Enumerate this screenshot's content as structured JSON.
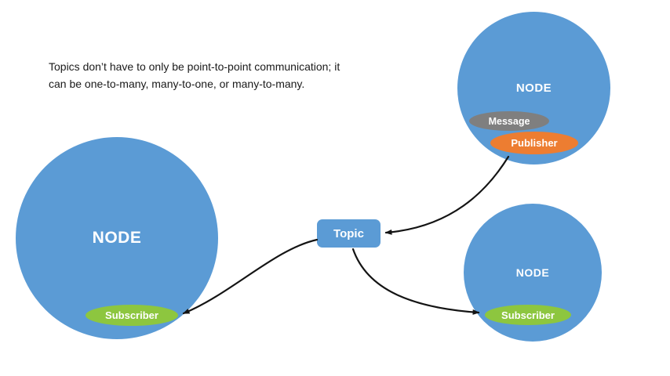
{
  "caption": {
    "lines": [
      "Topics don’t have to only be point-to-point communication; it",
      "can be one-to-many, many-to-one, or many-to-many."
    ]
  },
  "topic": {
    "label": "Topic"
  },
  "nodes": {
    "left": {
      "label": "NODE",
      "subscriber": "Subscriber"
    },
    "top_right": {
      "label": "NODE",
      "message": "Message",
      "publisher": "Publisher"
    },
    "bottom_right": {
      "label": "NODE",
      "subscriber": "Subscriber"
    }
  },
  "colors": {
    "node_fill": "#5B9BD5",
    "topic_fill": "#5B9BD5",
    "subscriber_fill": "#8DC63F",
    "publisher_fill": "#ED7D31",
    "message_fill": "#7F7F7F",
    "arrow": "#141414",
    "caption_text": "#1a1a1a"
  }
}
